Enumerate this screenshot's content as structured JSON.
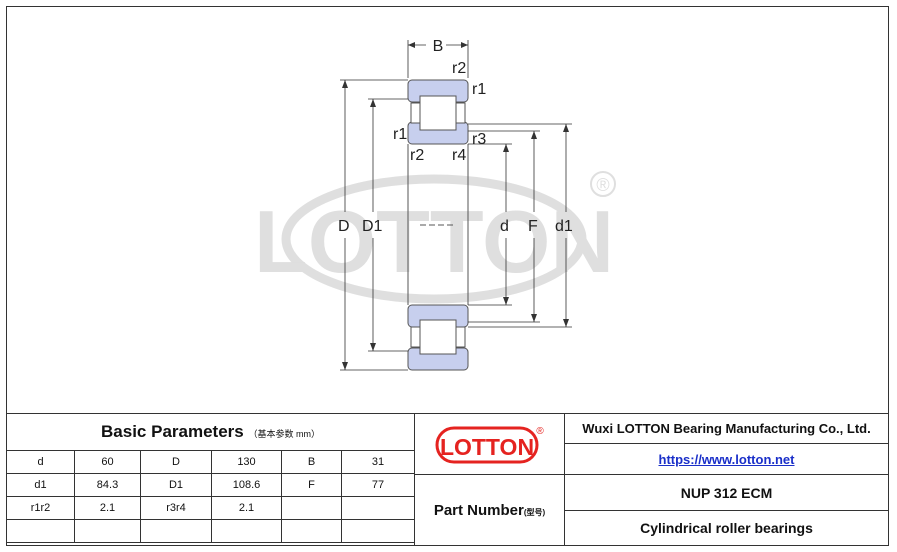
{
  "drawing": {
    "labels": {
      "B": "B",
      "r2_top": "r2",
      "r1_top": "r1",
      "r1_left": "r1",
      "r3": "r3",
      "r2_mid": "r2",
      "r4": "r4",
      "D": "D",
      "D1": "D1",
      "d": "d",
      "F": "F",
      "d1": "d1"
    },
    "watermark": {
      "text": "LOTTON",
      "registered": "®"
    },
    "colors": {
      "ring_fill": "#c7cfee",
      "ring_stroke": "#555555",
      "watermark": "#d9d9d9",
      "dim_line": "#333333"
    }
  },
  "params": {
    "title": "Basic Parameters",
    "title_note": "（基本参数 mm）",
    "rows": [
      [
        "d",
        "60",
        "D",
        "130",
        "B",
        "31"
      ],
      [
        "d1",
        "84.3",
        "D1",
        "108.6",
        "F",
        "77"
      ],
      [
        "r1r2",
        "2.1",
        "r3r4",
        "2.1",
        "",
        ""
      ],
      [
        "",
        "",
        "",
        "",
        "",
        ""
      ]
    ]
  },
  "brand": {
    "logo_text": "LOTTON",
    "registered": "®",
    "color": "#e52320"
  },
  "company": {
    "name": "Wuxi LOTTON Bearing Manufacturing Co., Ltd.",
    "url": "https://www.lotton.net"
  },
  "part": {
    "label": "Part Number",
    "label_note": "(型号)",
    "number": "NUP  312 ECM",
    "description": "Cylindrical roller bearings"
  }
}
